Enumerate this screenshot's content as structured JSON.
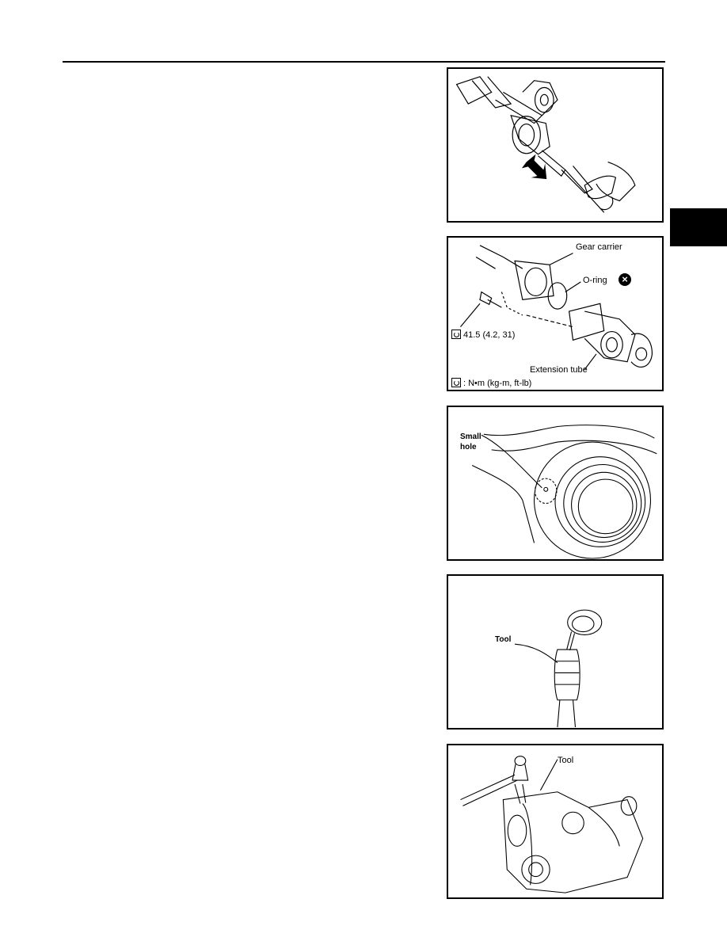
{
  "figures": {
    "fig2": {
      "gear_carrier": "Gear carrier",
      "o_ring": "O-ring",
      "torque": "41.5 (4.2, 31)",
      "extension_tube": "Extension tube",
      "unit_legend": ": N•m (kg-m, ft-lb)"
    },
    "fig3": {
      "small": "Small",
      "hole": "hole"
    },
    "fig4": {
      "tool": "Tool"
    },
    "fig5": {
      "tool": "Tool"
    }
  },
  "icons": {
    "torque": "torque-wrench-icon",
    "no_reuse": "x-circle-icon"
  }
}
